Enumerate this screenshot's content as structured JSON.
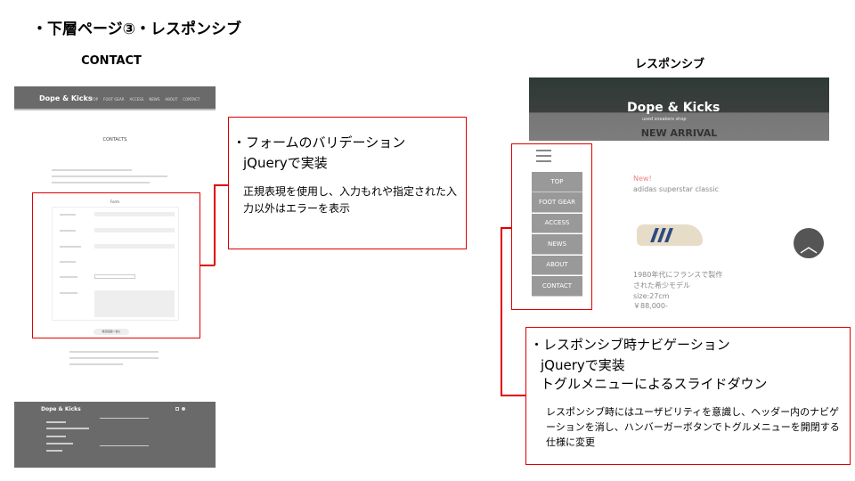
{
  "page_title": "・下層ページ③・レスポンシブ",
  "left": {
    "heading": "CONTACT",
    "mock": {
      "logo": "Dope & Kicks",
      "nav": [
        "TOP",
        "FOOT GEAR",
        "ACCESS",
        "NEWS",
        "ABOUT",
        "CONTACT"
      ],
      "page_heading": "CONTACTS",
      "form_title": "Form",
      "submit": "確認画面へ進む"
    }
  },
  "right": {
    "heading": "レスポンシブ",
    "banner": {
      "logo": "Dope & Kicks",
      "tagline": "used sneakers shop",
      "section": "NEW ARRIVAL"
    },
    "nav": [
      "TOP",
      "FOOT GEAR",
      "ACCESS",
      "NEWS",
      "ABOUT",
      "CONTACT"
    ],
    "product": {
      "badge": "New!",
      "name": "adidas superstar classic",
      "desc1": "1980年代にフランスで製作",
      "desc2": "された希少モデル",
      "size": "size:27cm",
      "price": "￥88,000-"
    }
  },
  "annotation1": {
    "line1": "・フォームのバリデーション",
    "line2": "jQueryで実装",
    "note": "正規表現を使用し、入力もれや指定された入力以外はエラーを表示"
  },
  "annotation2": {
    "line1": "・レスポンシブ時ナビゲーション",
    "line2": "jQueryで実装",
    "line3": "トグルメニューによるスライドダウン",
    "note": "レスポンシブ時にはユーザビリティを意識し、ヘッダー内のナビゲーションを消し、ハンバーガーボタンでトグルメニューを開閉する仕様に変更"
  },
  "colors": {
    "accent": "#e00000",
    "mock_gray": "#6a6a6a"
  }
}
